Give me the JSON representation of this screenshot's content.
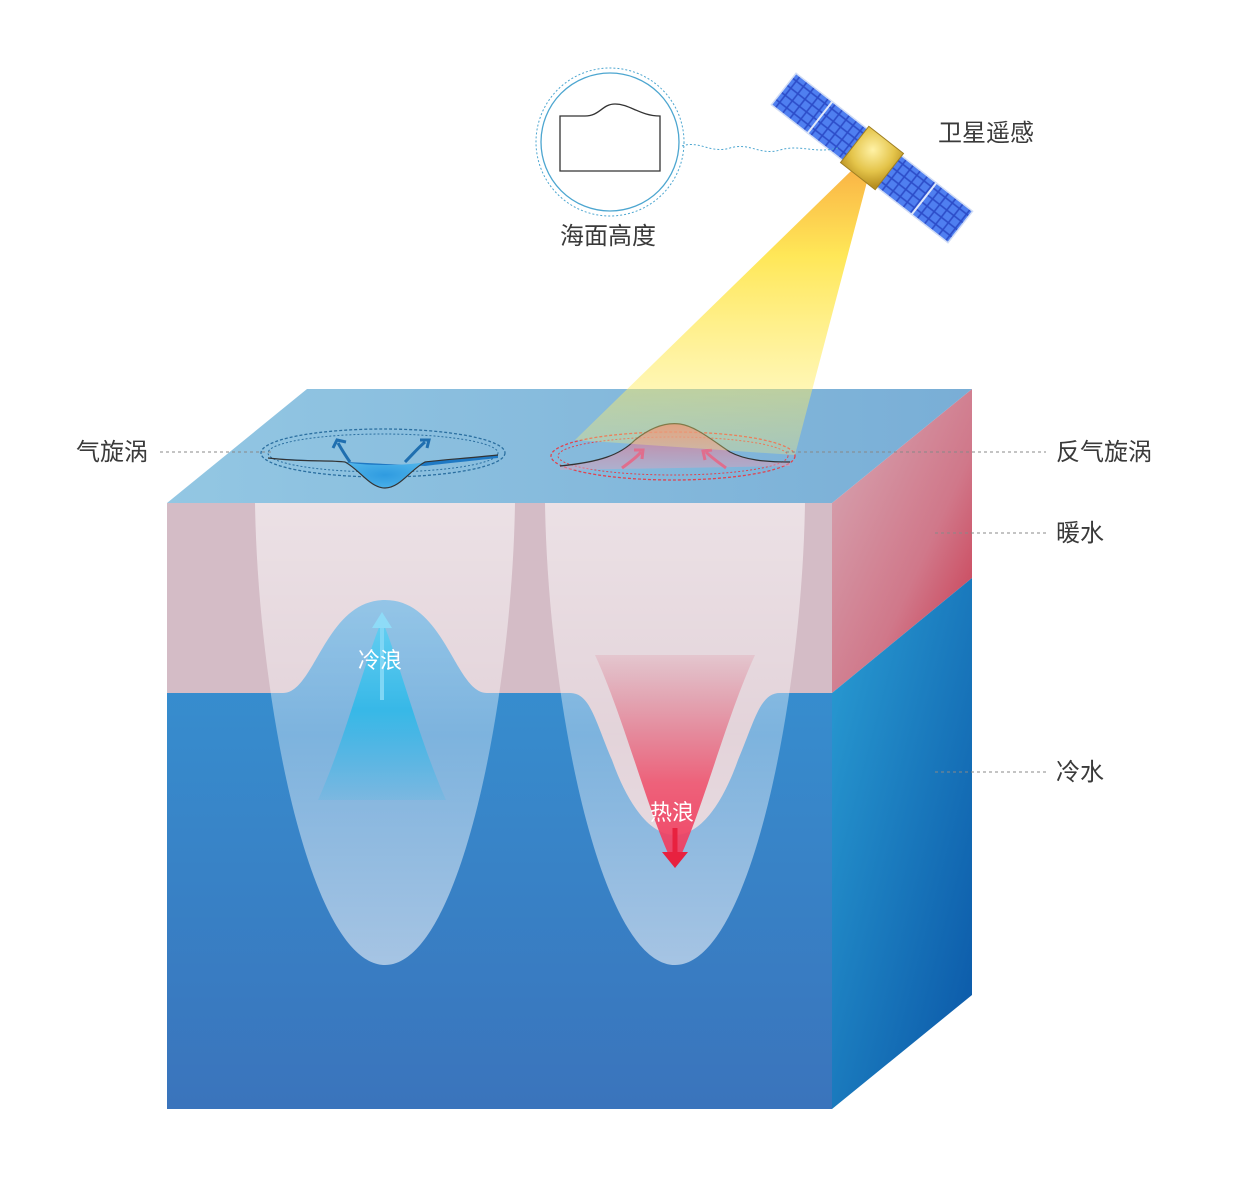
{
  "labels": {
    "satellite": "卫星遥感",
    "sea_surface_height": "海面高度",
    "cyclonic_eddy": "气旋涡",
    "anticyclonic_eddy": "反气旋涡",
    "warm_water": "暖水",
    "cold_water": "冷水",
    "cold_wave": "冷浪",
    "heat_wave": "热浪"
  },
  "colors": {
    "warm_layer": "#d4b9c3",
    "cold_layer": "#3a8fd0",
    "top_surface": "#86bcdf",
    "right_face_warm": "#c8404f",
    "right_face_cold": "#0a5aa8",
    "beam": "#fde23a",
    "anticyclone_ring": "#e0434f",
    "cyclone_ring": "#2b6fa0"
  },
  "icons": {
    "satellite": "satellite-icon",
    "inset_magnifier": "magnifier-circle-icon",
    "cold_arrow": "up-arrow-icon",
    "heat_arrow": "down-arrow-icon"
  }
}
